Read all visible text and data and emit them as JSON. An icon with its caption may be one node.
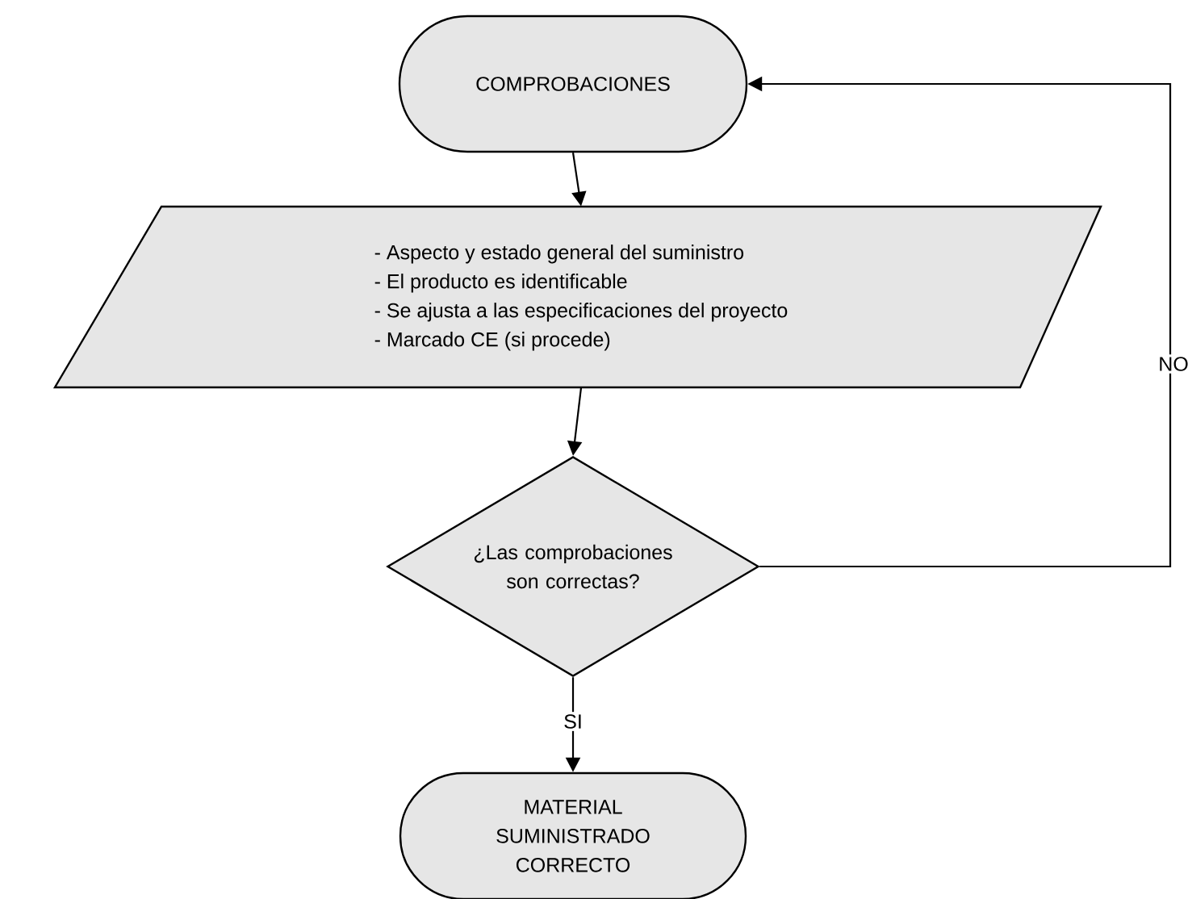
{
  "diagram": {
    "nodes": [
      {
        "text": [
          "COMPROBACIONES"
        ]
      },
      {
        "text": [
          "- Aspecto y estado general del suministro",
          "- El producto es identificable",
          "- Se ajusta a las especificaciones del proyecto",
          "- Marcado CE (si procede)"
        ]
      },
      {
        "text": [
          "¿Las comprobaciones son correctas?"
        ]
      },
      {
        "text": [
          "MATERIAL SUMINISTRADO CORRECTO"
        ]
      }
    ],
    "edges": [
      {
        "from": 0,
        "to": 1,
        "arrow": "to"
      },
      {
        "from": 1,
        "to": 2,
        "arrow": "to"
      },
      {
        "from": 2,
        "to": 3,
        "arrow": "to",
        "label": "SI"
      },
      {
        "from": 2,
        "to": 0,
        "arrow": "to",
        "label": "NO"
      }
    ]
  }
}
